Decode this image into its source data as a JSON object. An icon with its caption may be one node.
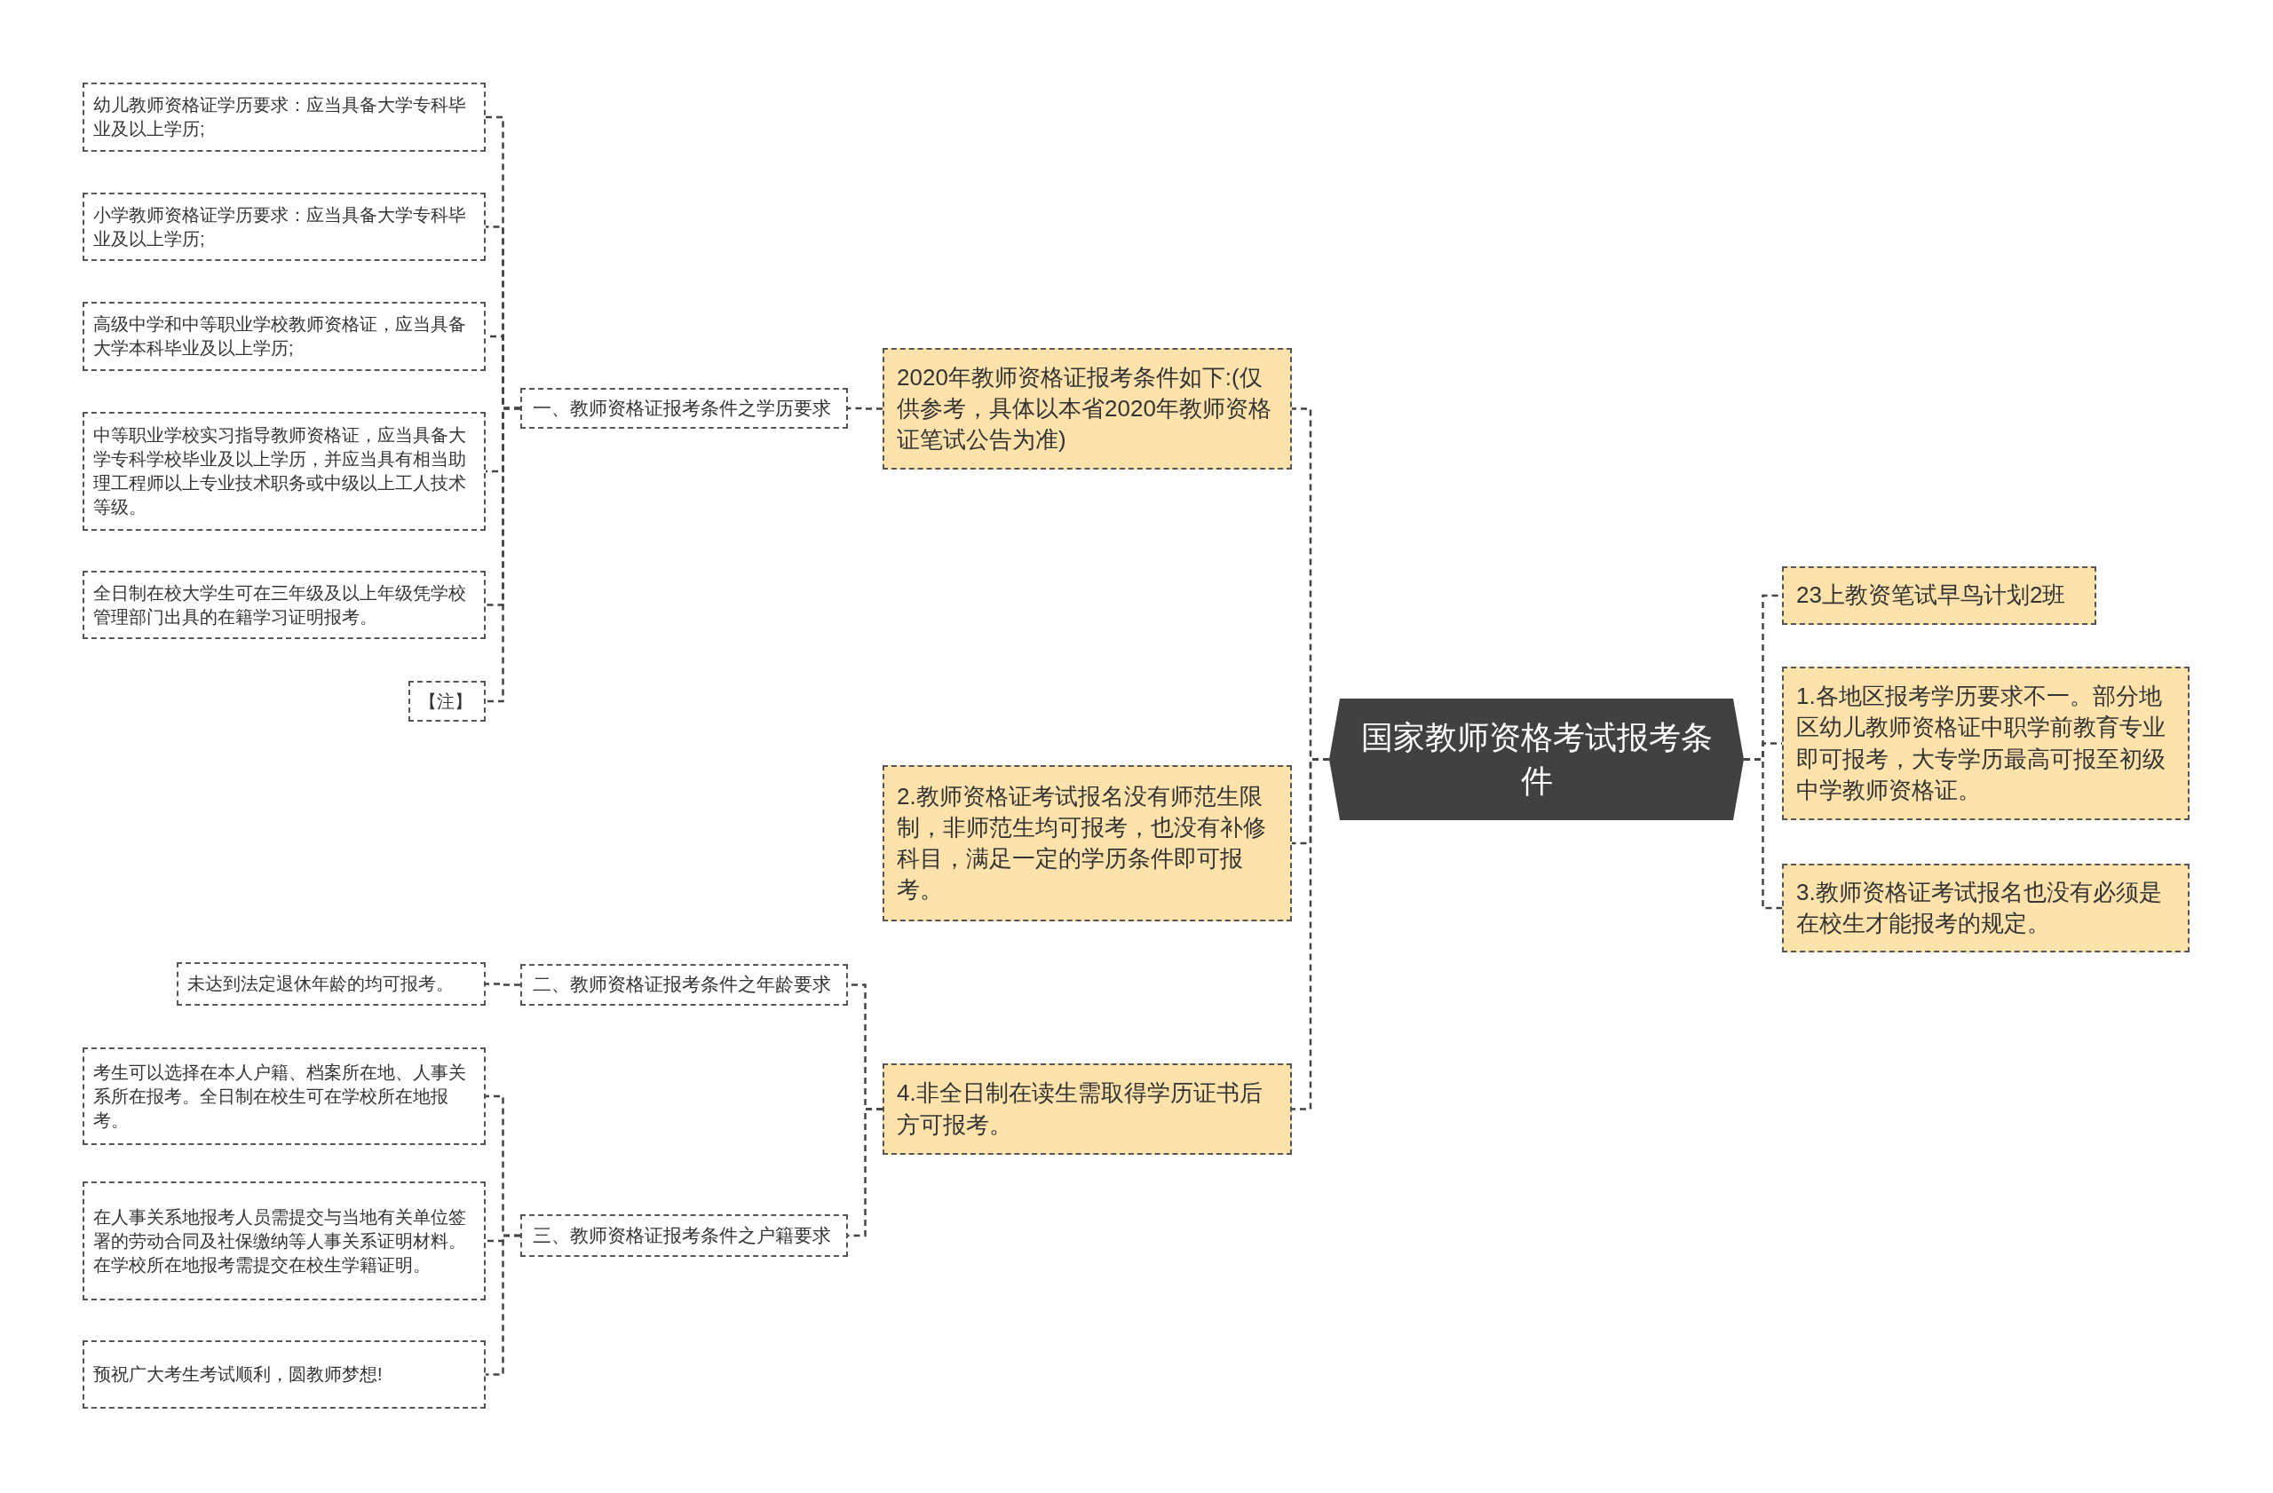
{
  "diagram": {
    "nodes": [
      {
        "text": [
          "国家教师资格考试报考条件"
        ]
      },
      {
        "text": [
          "2020年教师资格证报考条件如下:(仅供参考，具体以本省2020年教师资格证笔试公告为准)"
        ]
      },
      {
        "text": [
          "一、教师资格证报考条件之学历要求"
        ]
      },
      {
        "text": [
          "幼儿教师资格证学历要求：应当具备大学专科毕业及以上学历;"
        ]
      },
      {
        "text": [
          "小学教师资格证学历要求：应当具备大学专科毕业及以上学历;"
        ]
      },
      {
        "text": [
          "高级中学和中等职业学校教师资格证，应当具备大学本科毕业及以上学历;"
        ]
      },
      {
        "text": [
          "中等职业学校实习指导教师资格证，应当具备大学专科学校毕业及以上学历，并应当具有相当助理工程师以上专业技术职务或中级以上工人技术等级。"
        ]
      },
      {
        "text": [
          "全日制在校大学生可在三年级及以上年级凭学校管理部门出具的在籍学习证明报考。"
        ]
      },
      {
        "text": [
          "【注】"
        ]
      },
      {
        "text": [
          "2.教师资格证考试报名没有师范生限制，非师范生均可报考，也没有补修科目，满足一定的学历条件即可报考。"
        ]
      },
      {
        "text": [
          "4.非全日制在读生需取得学历证书后方可报考。"
        ]
      },
      {
        "text": [
          "二、教师资格证报考条件之年龄要求"
        ]
      },
      {
        "text": [
          "未达到法定退休年龄的均可报考。"
        ]
      },
      {
        "text": [
          "三、教师资格证报考条件之户籍要求"
        ]
      },
      {
        "text": [
          "考生可以选择在本人户籍、档案所在地、人事关系所在报考。全日制在校生可在学校所在地报考。"
        ]
      },
      {
        "text": [
          "在人事关系地报考人员需提交与当地有关单位签署的劳动合同及社保缴纳等人事关系证明材料。在学校所在地报考需提交在校生学籍证明。"
        ]
      },
      {
        "text": [
          "预祝广大考生考试顺利，圆教师梦想!"
        ]
      },
      {
        "text": [
          "23上教资笔试早鸟计划2班"
        ]
      },
      {
        "text": [
          "1.各地区报考学历要求不一。部分地区幼儿教师资格证中职学前教育专业即可报考，大专学历最高可报至初级中学教师资格证。"
        ]
      },
      {
        "text": [
          "3.教师资格证考试报名也没有必须是在校生才能报考的规定。"
        ]
      }
    ],
    "edges": [
      {
        "from": 0,
        "to": 1,
        "arrow": "none"
      },
      {
        "from": 1,
        "to": 2,
        "arrow": "none"
      },
      {
        "from": 2,
        "to": 3,
        "arrow": "none"
      },
      {
        "from": 2,
        "to": 4,
        "arrow": "none"
      },
      {
        "from": 2,
        "to": 5,
        "arrow": "none"
      },
      {
        "from": 2,
        "to": 6,
        "arrow": "none"
      },
      {
        "from": 2,
        "to": 7,
        "arrow": "none"
      },
      {
        "from": 2,
        "to": 8,
        "arrow": "none"
      },
      {
        "from": 0,
        "to": 9,
        "arrow": "none"
      },
      {
        "from": 0,
        "to": 10,
        "arrow": "none"
      },
      {
        "from": 10,
        "to": 11,
        "arrow": "none"
      },
      {
        "from": 11,
        "to": 12,
        "arrow": "none"
      },
      {
        "from": 10,
        "to": 13,
        "arrow": "none"
      },
      {
        "from": 13,
        "to": 14,
        "arrow": "none"
      },
      {
        "from": 13,
        "to": 15,
        "arrow": "none"
      },
      {
        "from": 13,
        "to": 16,
        "arrow": "none"
      },
      {
        "from": 0,
        "to": 17,
        "arrow": "none"
      },
      {
        "from": 0,
        "to": 18,
        "arrow": "none"
      },
      {
        "from": 0,
        "to": 19,
        "arrow": "none"
      }
    ]
  }
}
